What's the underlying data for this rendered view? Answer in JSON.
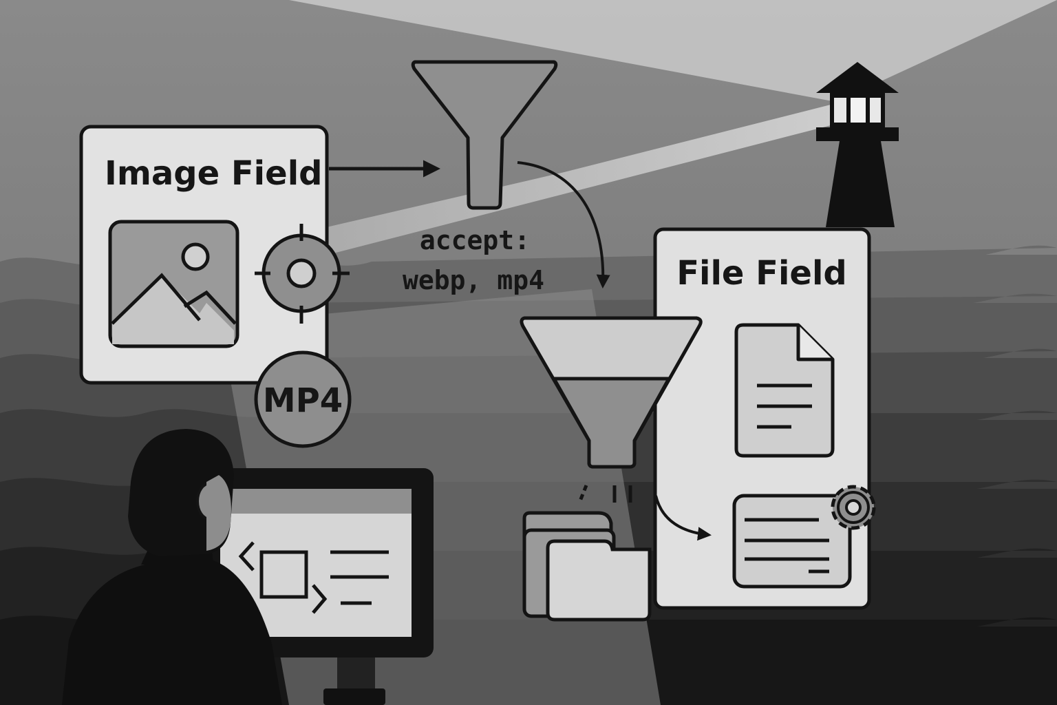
{
  "image_field": {
    "title": "Image Field",
    "badge": "MP4"
  },
  "accept_rule": {
    "line1": "accept:",
    "line2": "webp, mp4"
  },
  "file_field": {
    "title": "File Field"
  },
  "colors": {
    "sky": "#7f7f7f",
    "beam": "#c9c9c9",
    "card": "#e3e3e3",
    "outline": "#141414",
    "funnel": "#909090",
    "silhouette": "#111111"
  }
}
